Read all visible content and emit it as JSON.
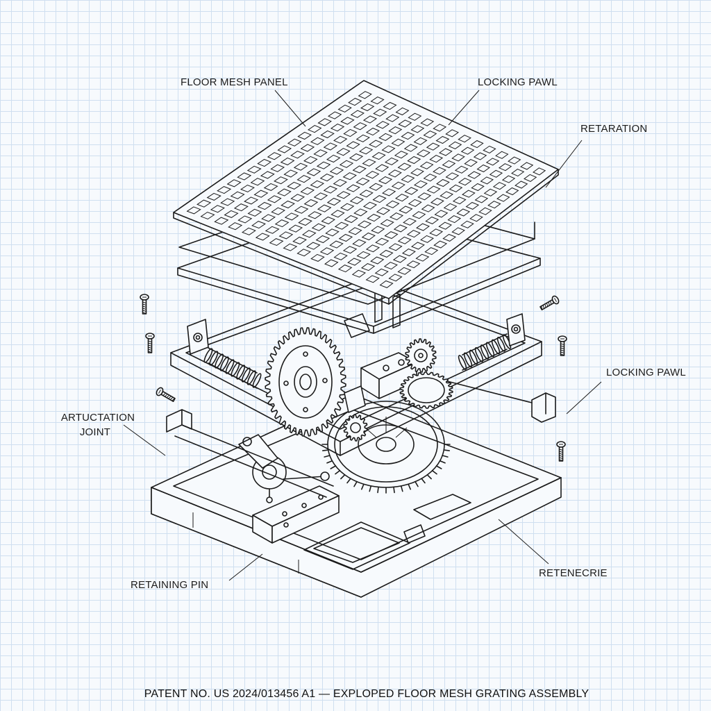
{
  "labels": {
    "floor_mesh_panel": "FLOOR MESH PANEL",
    "locking_pawl_top": "LOCKING PAWL",
    "retaration": "RETARATION",
    "locking_pawl_right": "LOCKING PAWL",
    "artuctation_line1": "ARTUCTATION",
    "artuctation_line2": "JOINT",
    "retaining_pin": "RETAINING PIN",
    "retenecrie": "RETENECRIE"
  },
  "caption": "PATENT NO. US 2024/013456 A1 — EXPLOPED FLOOR MESH GRATING ASSEMBLY",
  "colors": {
    "ink": "#1b1b1b",
    "paper": "#f7fafd",
    "grid": "#cfdff0"
  }
}
